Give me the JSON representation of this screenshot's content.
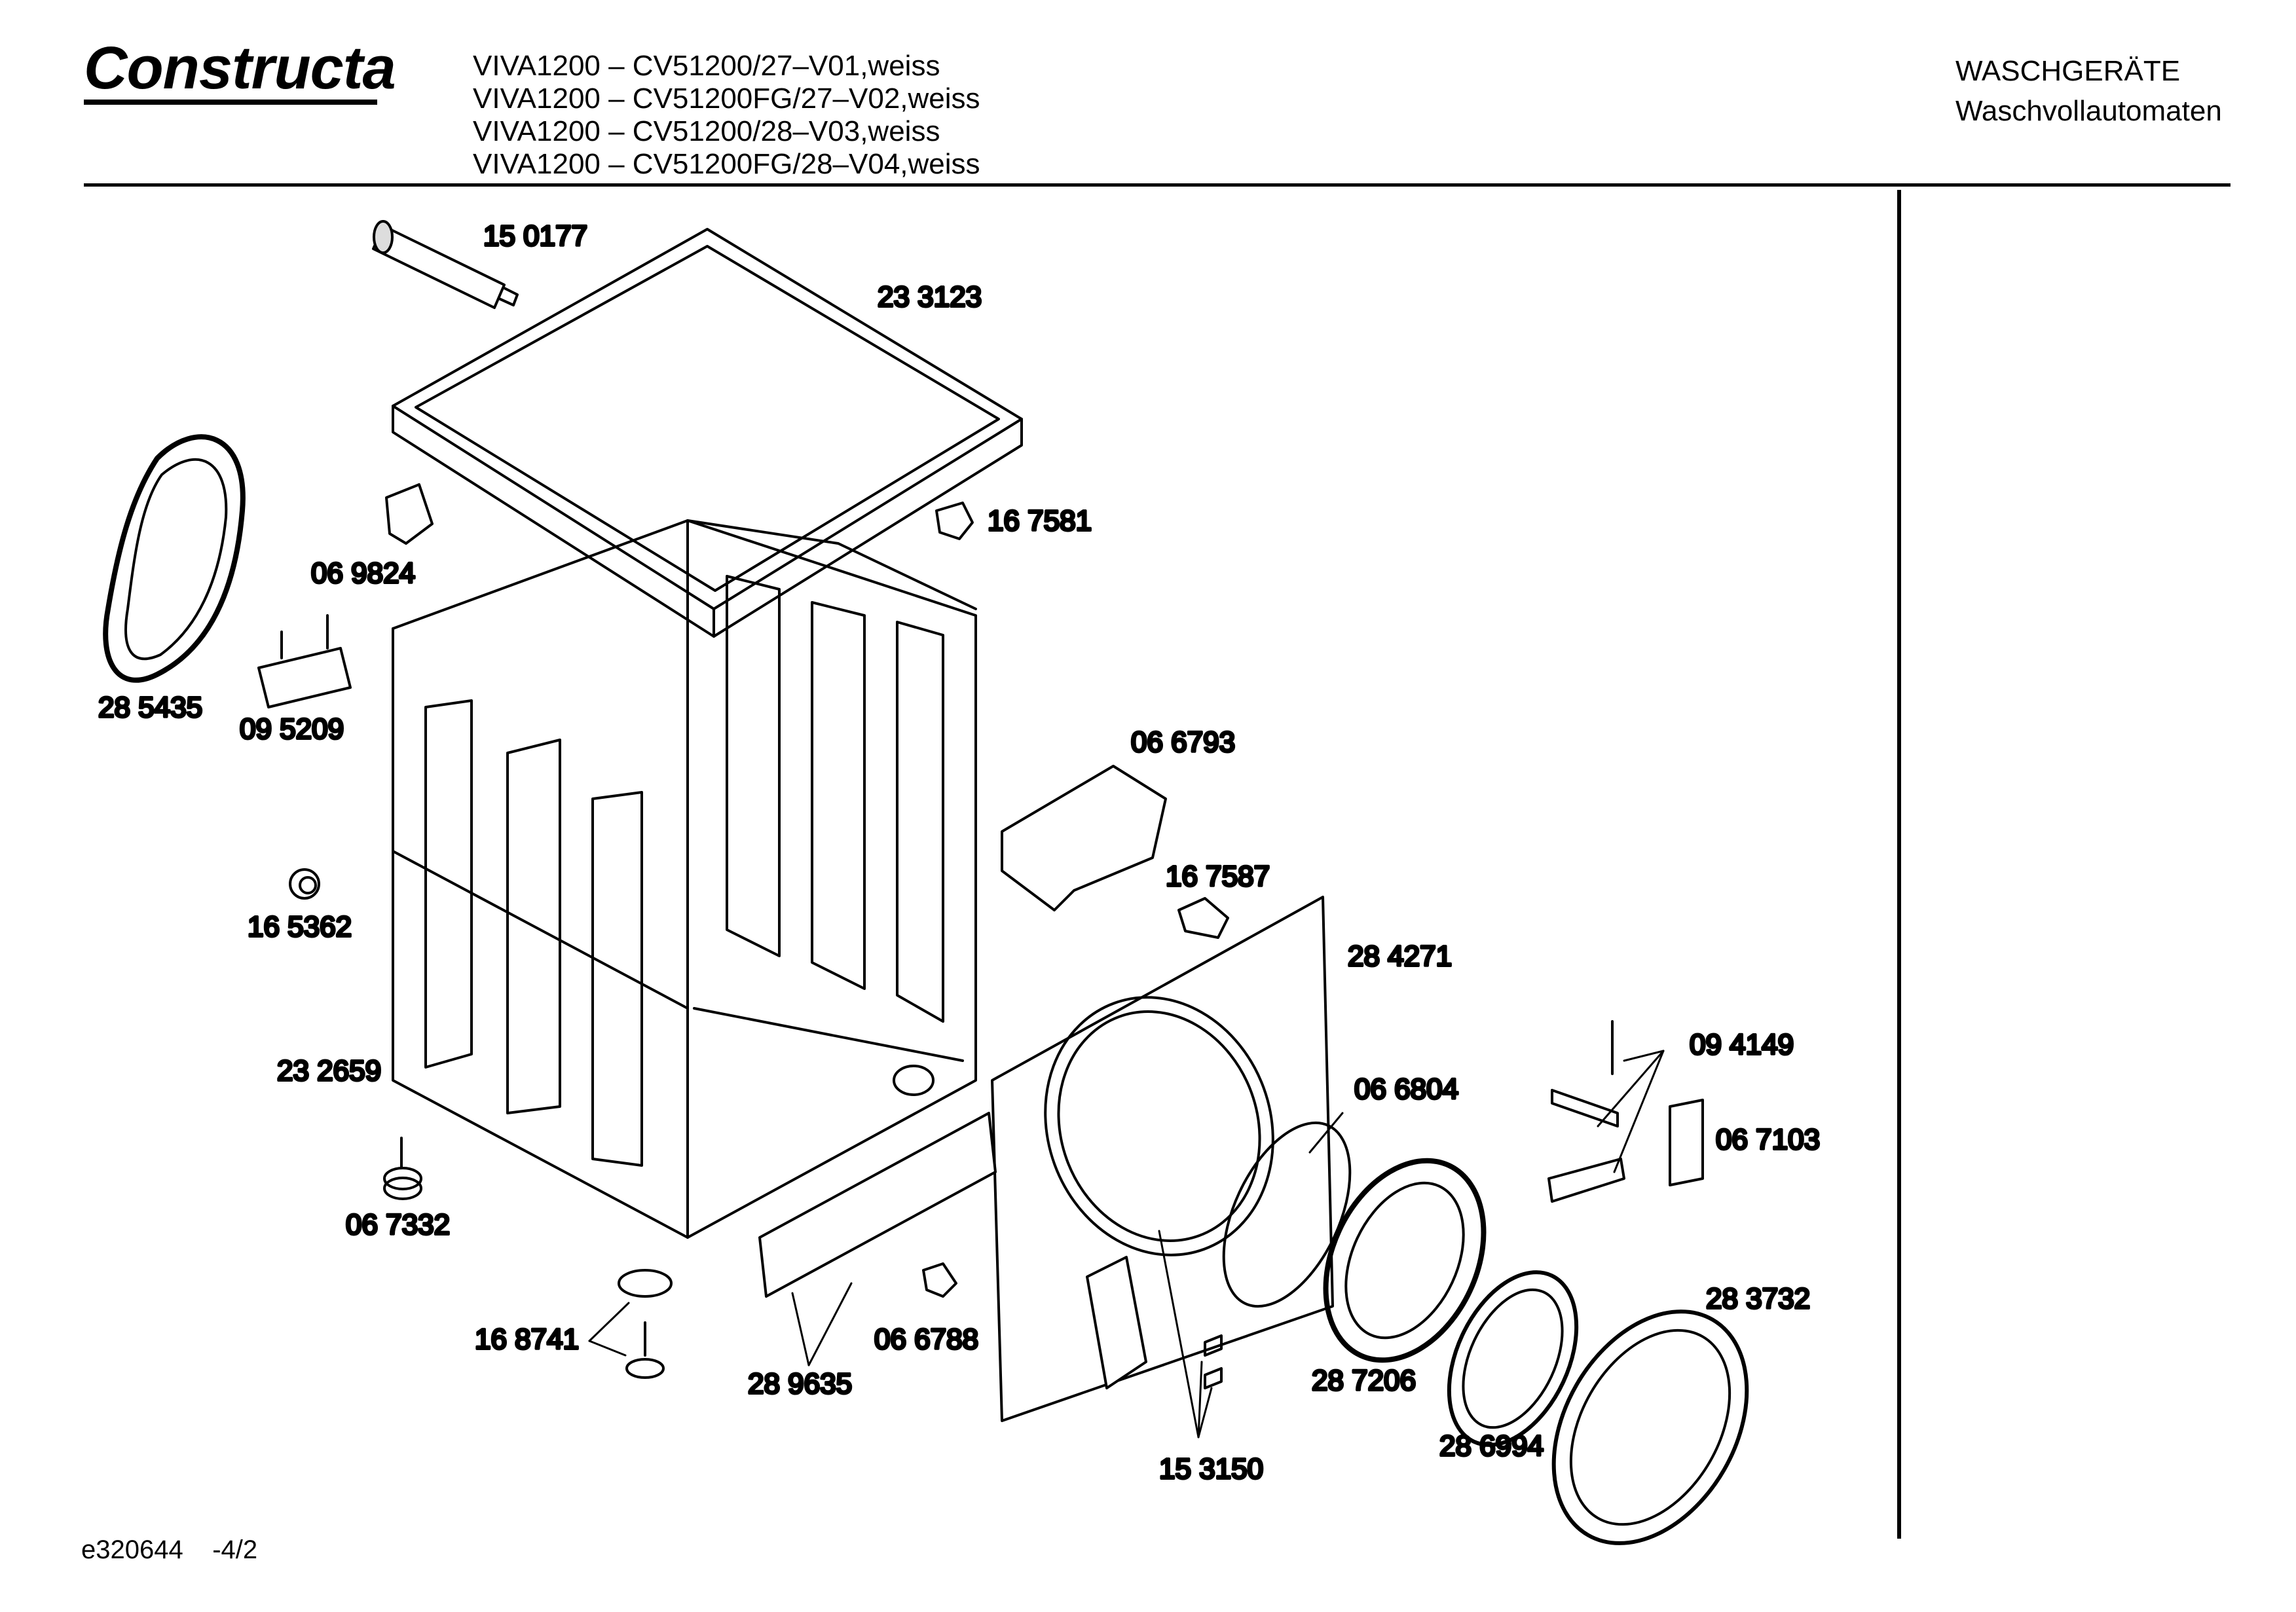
{
  "header": {
    "logo_text": "Constructa",
    "model_lines": [
      "VIVA1200 – CV51200/27–V01,weiss",
      "VIVA1200 – CV51200FG/27–V02,weiss",
      "VIVA1200 – CV51200/28–V03,weiss",
      "VIVA1200 – CV51200FG/28–V04,weiss"
    ],
    "category": "WASCHGERÄTE",
    "subcategory": "Waschvollautomaten"
  },
  "parts": {
    "p150177": "15 0177",
    "p233123": "23 3123",
    "p285435": "28 5435",
    "p069824": "06 9824",
    "p167581": "16 7581",
    "p095209": "09 5209",
    "p066793": "06 6793",
    "p165362": "16 5362",
    "p167587": "16 7587",
    "p284271": "28 4271",
    "p232659": "23 2659",
    "p094149": "09 4149",
    "p066804": "06 6804",
    "p067103": "06 7103",
    "p067332": "06 7332",
    "p283732": "28 3732",
    "p168741": "16 8741",
    "p066788": "06 6788",
    "p289635": "28 9635",
    "p287206": "28 7206",
    "p286994": "28 6994",
    "p153150": "15 3150"
  },
  "footer": {
    "doc_id": "e320644",
    "page": "-4/2"
  }
}
